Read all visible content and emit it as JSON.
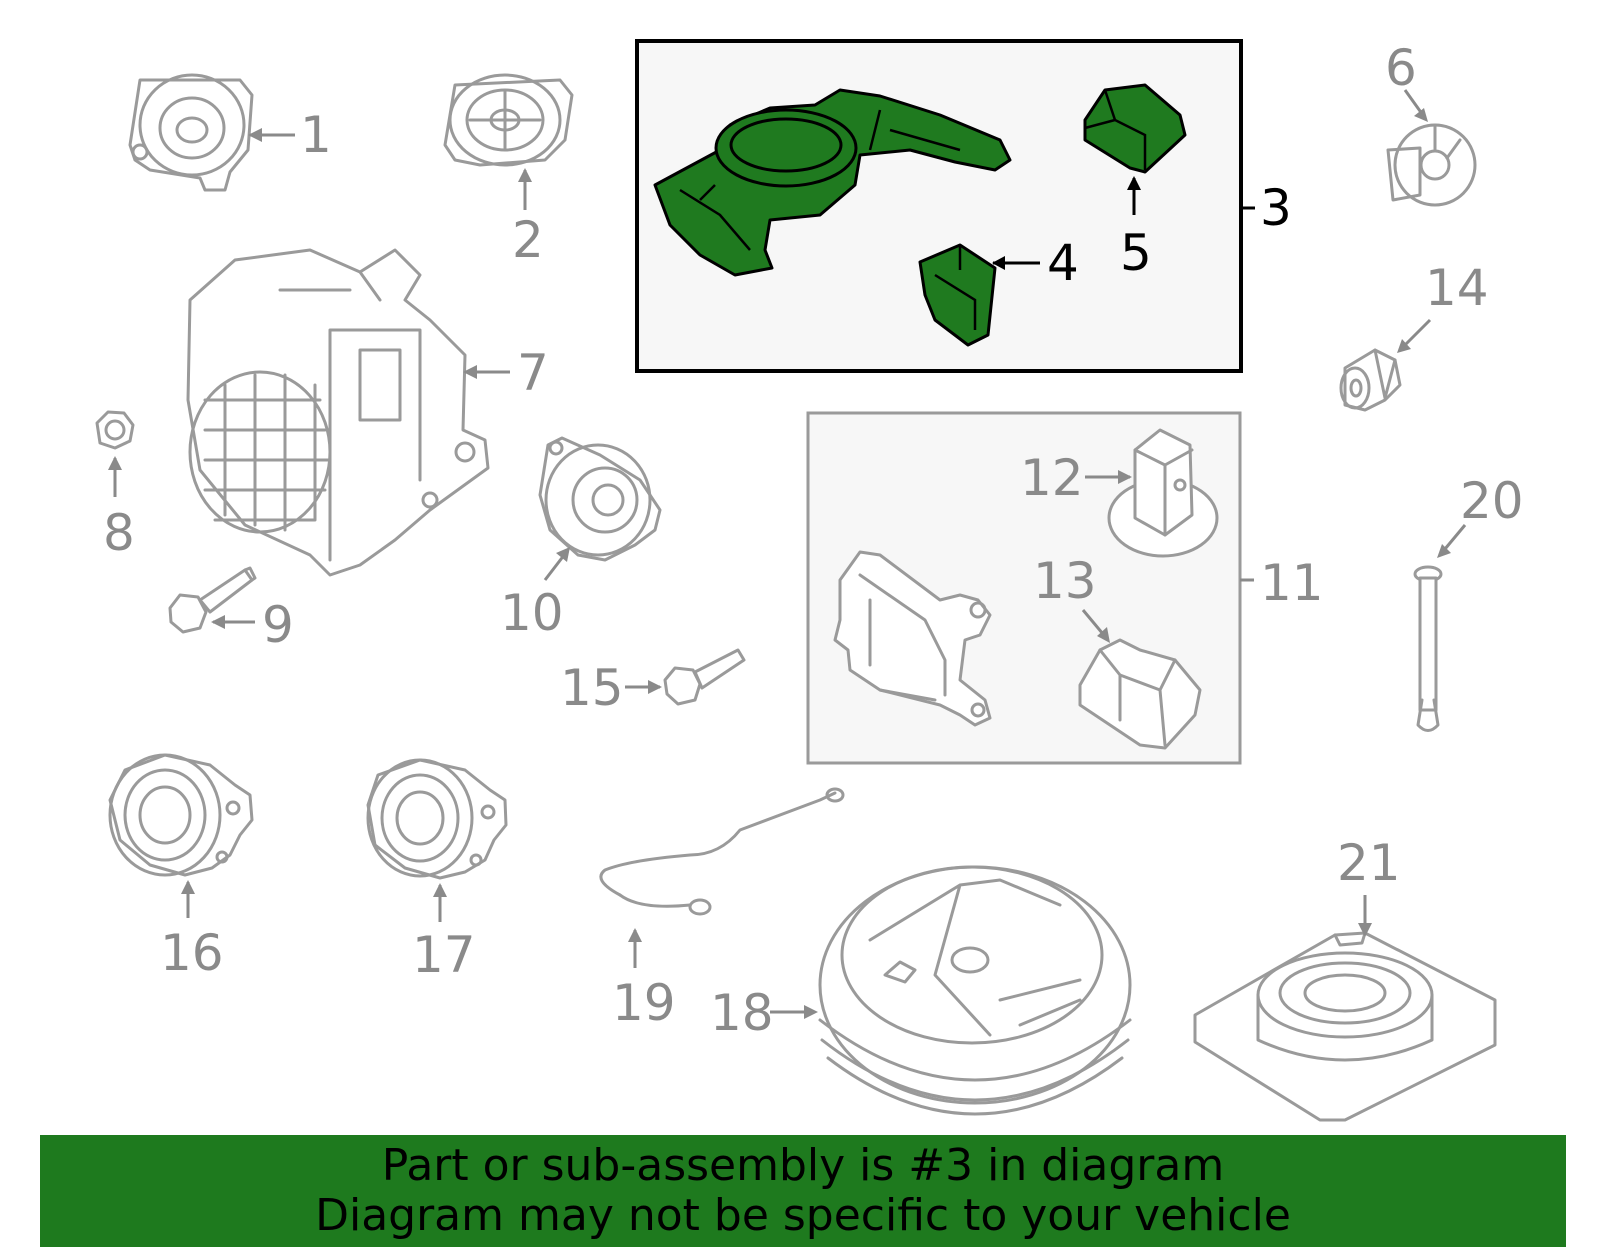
{
  "callouts": {
    "c1": "1",
    "c2": "2",
    "c3": "3",
    "c4": "4",
    "c5": "5",
    "c6": "6",
    "c7": "7",
    "c8": "8",
    "c9": "9",
    "c10": "10",
    "c11": "11",
    "c12": "12",
    "c13": "13",
    "c14": "14",
    "c15": "15",
    "c16": "16",
    "c17": "17",
    "c18": "18",
    "c19": "19",
    "c20": "20",
    "c21": "21"
  },
  "banner": {
    "line1": "Part or sub-assembly is #3 in diagram",
    "line2": "Diagram may not be specific to your vehicle"
  },
  "colors": {
    "highlight": "#1f7a1f",
    "banner": "#1e7a1e",
    "parts": "#9a9a9a"
  }
}
